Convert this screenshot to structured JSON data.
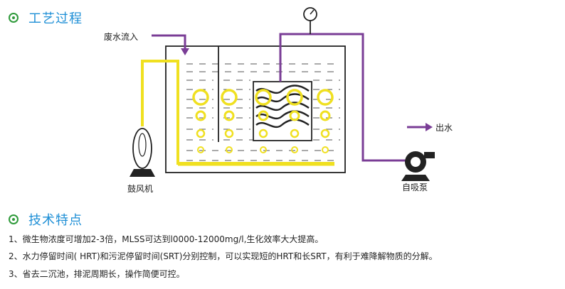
{
  "sections": {
    "process_title": "工艺过程",
    "features_title": "技术特点"
  },
  "diagram": {
    "inflow_label": "废水流入",
    "outflow_label": "出水",
    "blower_label": "鼓风机",
    "pump_label": "自吸泵",
    "colors": {
      "air_pipe": "#f0e020",
      "water_pipe": "#7a3d96",
      "outline": "#222222",
      "bubble": "#f0e020"
    }
  },
  "features": [
    "1、微生物浓度可增加2-3倍，MLSS可达到l0000-12000mg/l,生化效率大大提高。",
    "2、水力停留时间( HRT)和污泥停留时间(SRT)分别控制，可以实现短的HRT和长SRT，有利于难降解物质的分解。",
    "3、省去二沉池，排泥周期长，操作简便可控。"
  ]
}
